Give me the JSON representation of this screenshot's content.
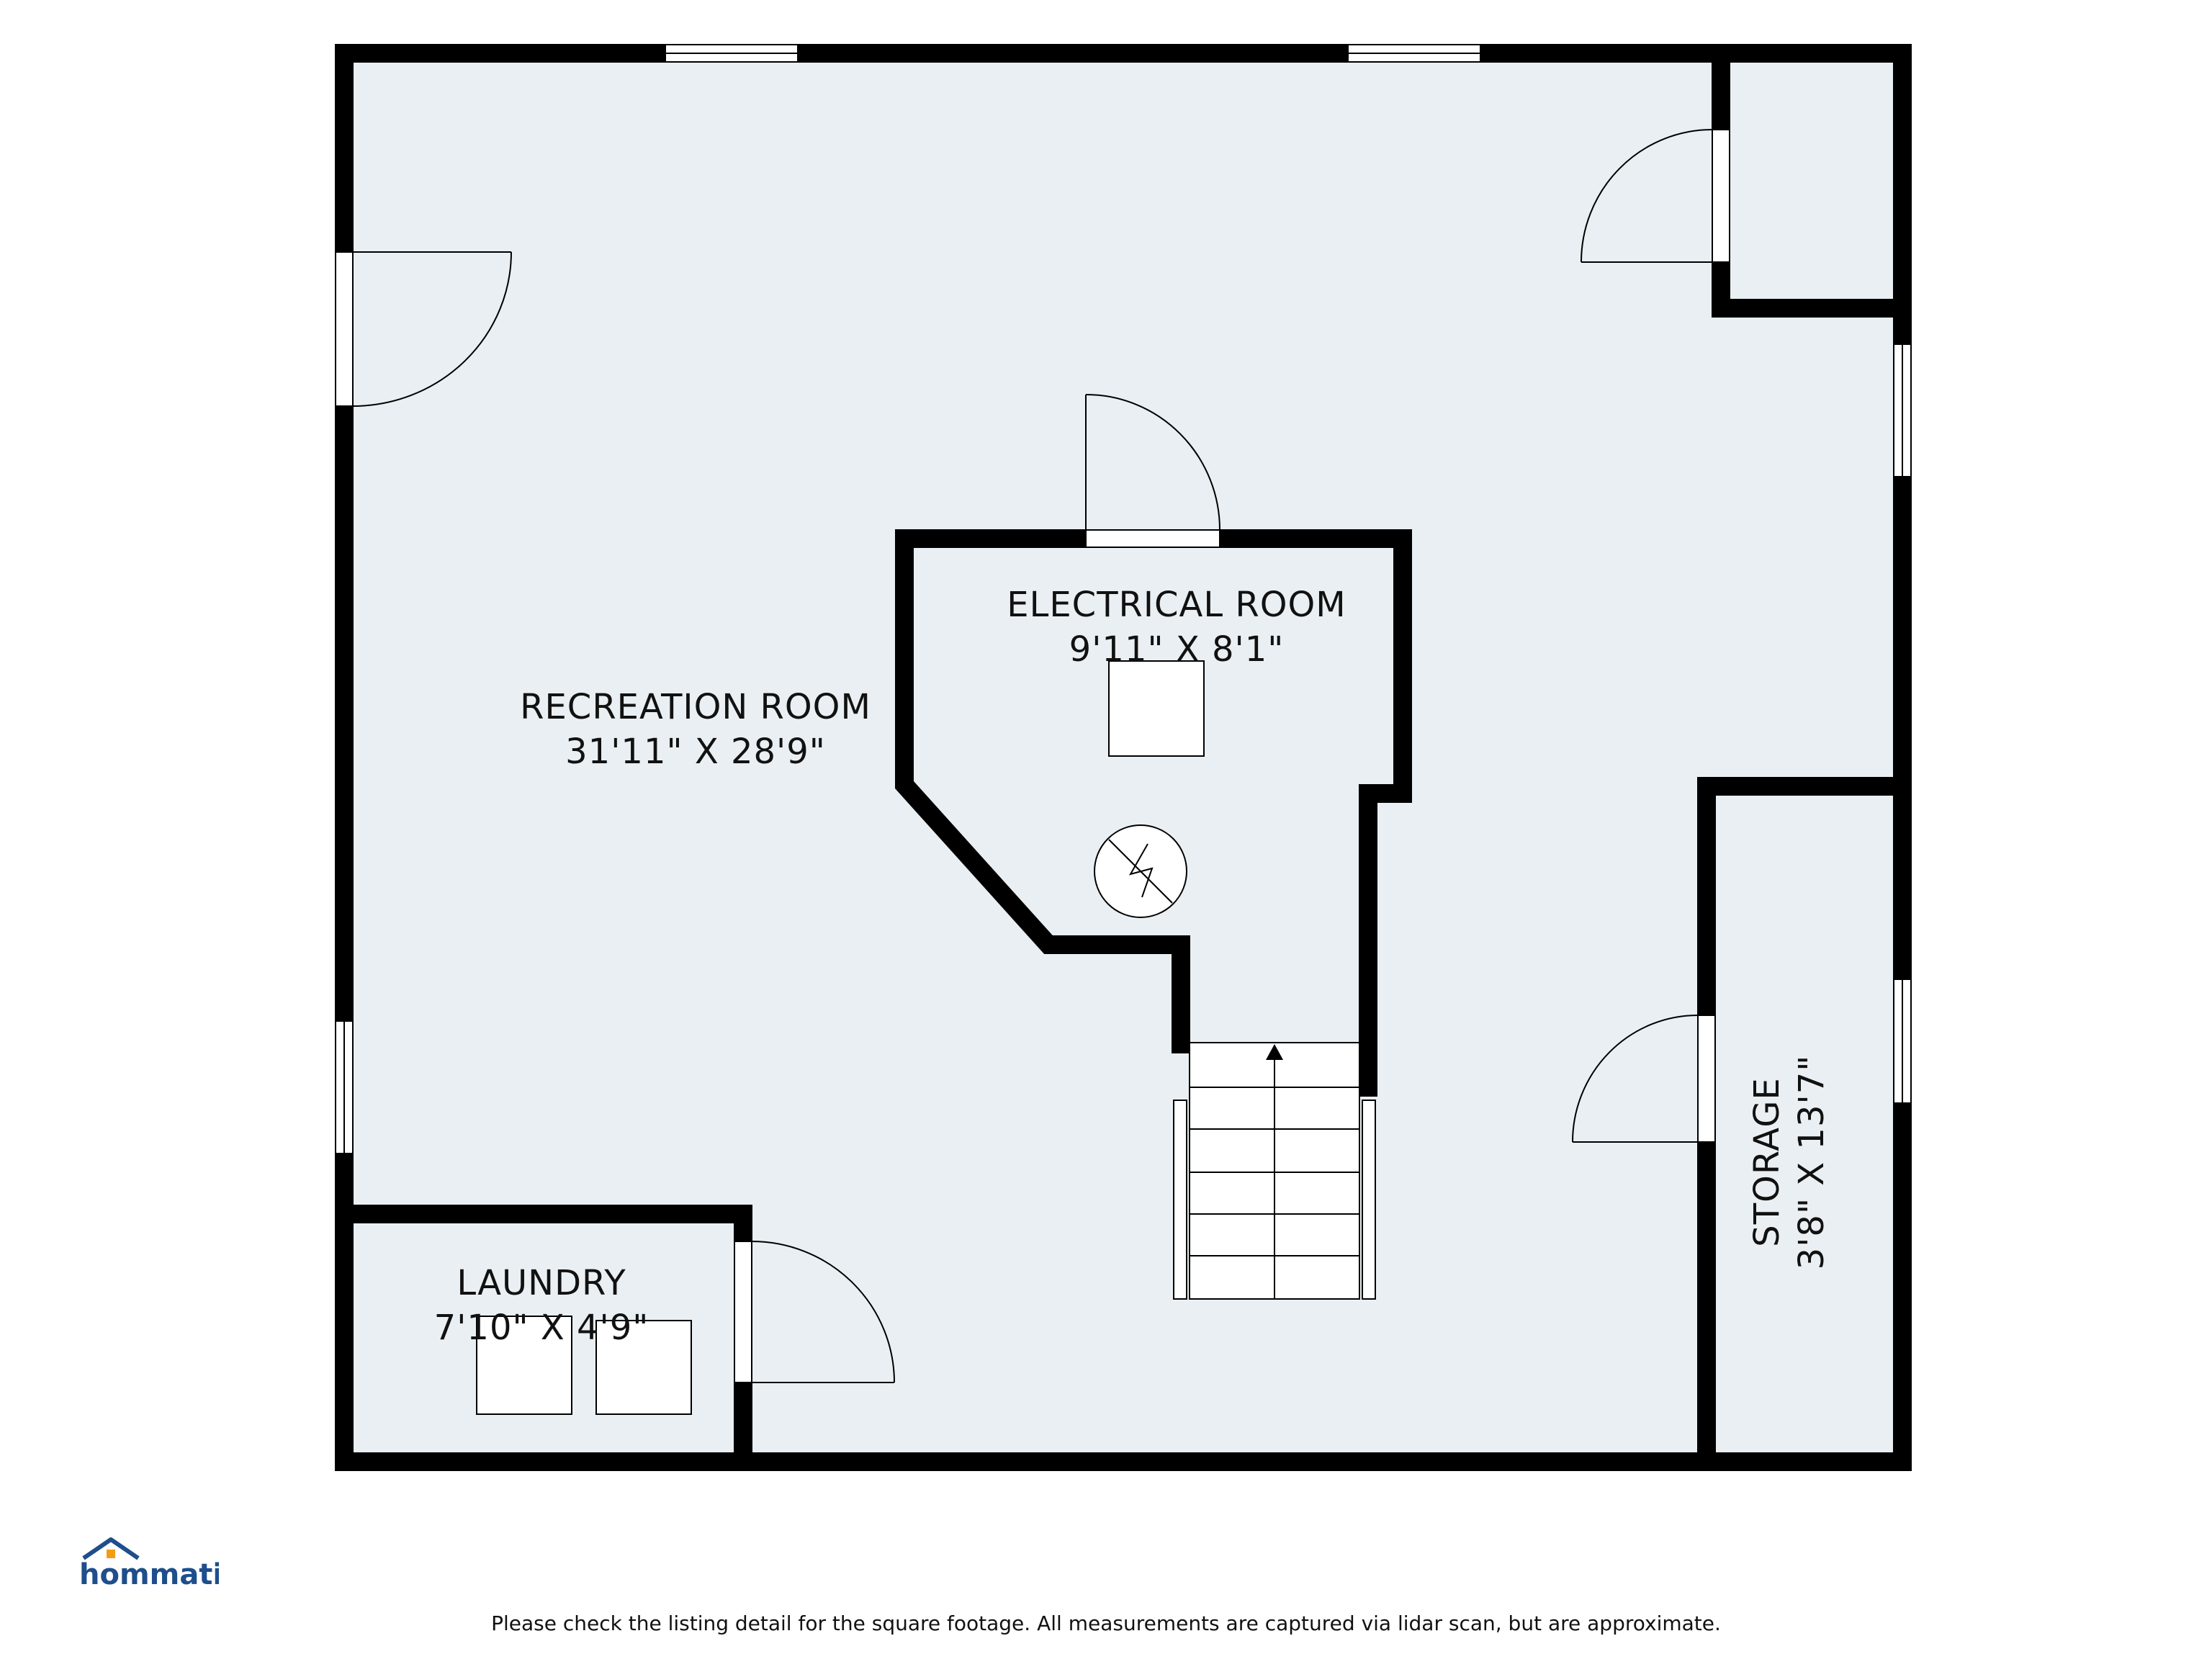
{
  "floorplan": {
    "background_color": "#e9eff2",
    "wall_color": "#000000",
    "rooms": [
      {
        "id": "recreation",
        "name": "RECREATION ROOM",
        "dimensions": "31'11\" X 28'9\""
      },
      {
        "id": "electrical",
        "name": "ELECTRICAL ROOM",
        "dimensions": "9'11\" X 8'1\""
      },
      {
        "id": "laundry",
        "name": "LAUNDRY",
        "dimensions": "7'10\" X 4'9\""
      },
      {
        "id": "storage",
        "name": "STORAGE",
        "dimensions": "3'8\" X 13'7\""
      }
    ],
    "icons": [
      "electrical-panel-icon",
      "stairs-up-arrow-icon",
      "washer-icon",
      "dryer-icon",
      "appliance-icon"
    ]
  },
  "footer": {
    "disclaimer": "Please check the listing detail for the square footage. All measurements are captured via lidar scan, but are approximate."
  },
  "logo": {
    "text": "hommati",
    "icon": "house-icon",
    "brand_color": "#1e4e8c",
    "accent_color": "#f39c12"
  }
}
